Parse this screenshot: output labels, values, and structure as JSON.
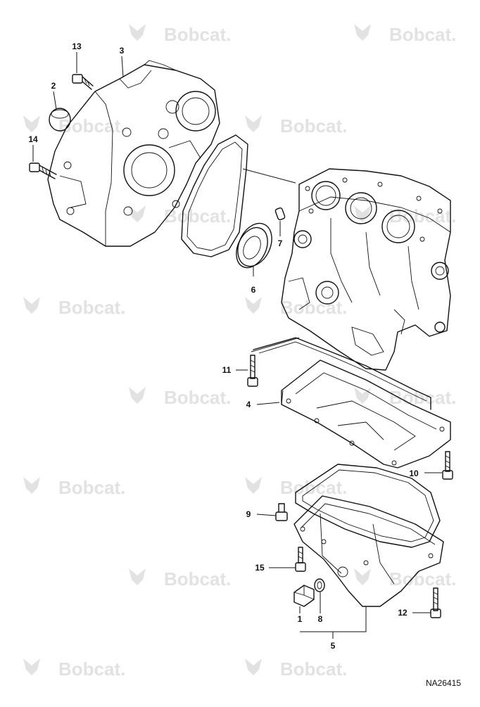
{
  "diagram": {
    "brand_watermark": "Bobcat.",
    "reference_code": "NA26415",
    "callouts": [
      {
        "id": "c1",
        "label": "1"
      },
      {
        "id": "c2",
        "label": "2"
      },
      {
        "id": "c3",
        "label": "3"
      },
      {
        "id": "c4",
        "label": "4"
      },
      {
        "id": "c5",
        "label": "5"
      },
      {
        "id": "c6",
        "label": "6"
      },
      {
        "id": "c7",
        "label": "7"
      },
      {
        "id": "c8",
        "label": "8"
      },
      {
        "id": "c9",
        "label": "9"
      },
      {
        "id": "c10",
        "label": "10"
      },
      {
        "id": "c11",
        "label": "11"
      },
      {
        "id": "c12",
        "label": "12"
      },
      {
        "id": "c13",
        "label": "13"
      },
      {
        "id": "c14",
        "label": "14"
      },
      {
        "id": "c15",
        "label": "15"
      }
    ]
  }
}
